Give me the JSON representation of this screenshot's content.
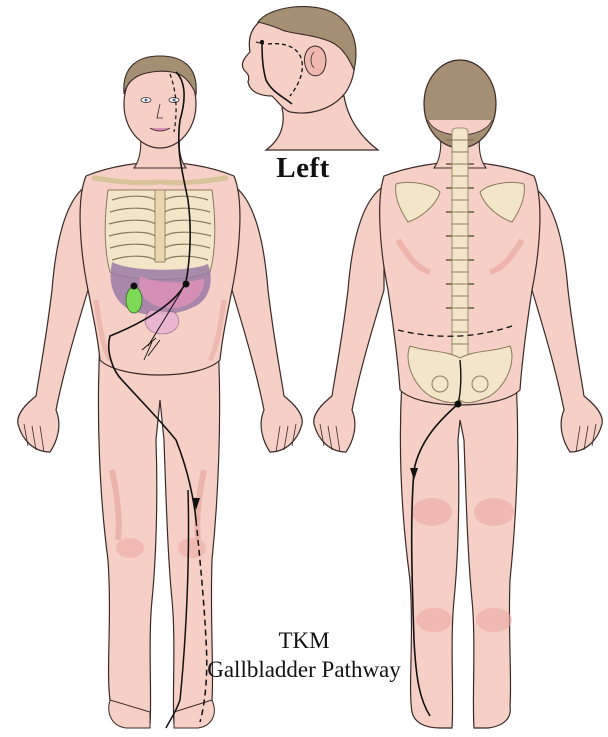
{
  "view_label": "Left",
  "caption": {
    "line1": "TKM",
    "line2": "Gallbladder Pathway"
  },
  "colors": {
    "skin": "#f6cfc6",
    "skin_shadow": "#eba9a3",
    "skin_outline": "#3a2a28",
    "hair": "#a48f72",
    "bone": "#f3e6c8",
    "bone_dark": "#d9c39b",
    "organ_pink": "#d98fb5",
    "organ_purple": "#9a7aa6",
    "gallbladder_green": "#7ed957",
    "pathway_line": "#111111"
  },
  "icons": {
    "front_figure": "human-body-front-icon",
    "back_figure": "human-body-back-icon",
    "head_profile": "head-profile-icon"
  }
}
